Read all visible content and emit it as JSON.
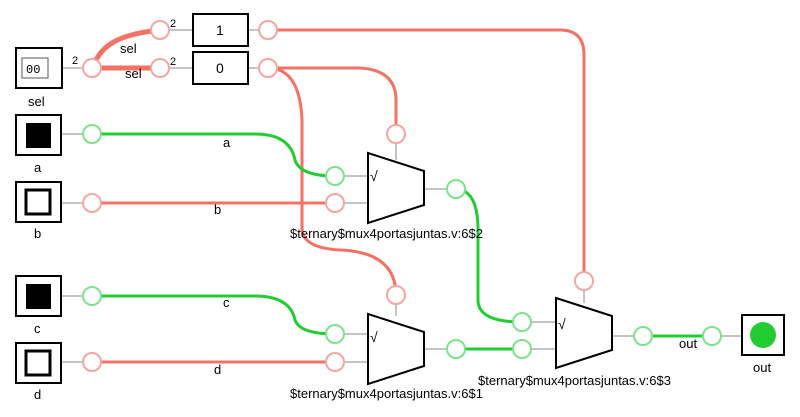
{
  "colors": {
    "wire_zero": "#f47265",
    "wire_one": "#22cc33",
    "led_on": "#22cc33"
  },
  "inputs": {
    "sel": {
      "label": "sel",
      "value": "00"
    },
    "a": {
      "label": "a",
      "state": "on"
    },
    "b": {
      "label": "b",
      "state": "off"
    },
    "c": {
      "label": "c",
      "state": "on"
    },
    "d": {
      "label": "d",
      "state": "off"
    }
  },
  "constants": {
    "top": "1",
    "bottom": "0"
  },
  "bus_widths": {
    "sel_in": "2",
    "sel_top": "2",
    "sel_bottom": "2"
  },
  "wire_labels": {
    "sel_top": "sel",
    "sel_bottom": "sel",
    "a": "a",
    "b": "b",
    "c": "c",
    "d": "d",
    "out": "out"
  },
  "gates": {
    "mux1": {
      "symbol": "√",
      "label": "$ternary$mux4portasjuntas.v:6$2"
    },
    "mux2": {
      "symbol": "√",
      "label": "$ternary$mux4portasjuntas.v:6$1"
    },
    "mux3": {
      "symbol": "√",
      "label": "$ternary$mux4portasjuntas.v:6$3"
    }
  },
  "output": {
    "label": "out",
    "state": "on"
  }
}
